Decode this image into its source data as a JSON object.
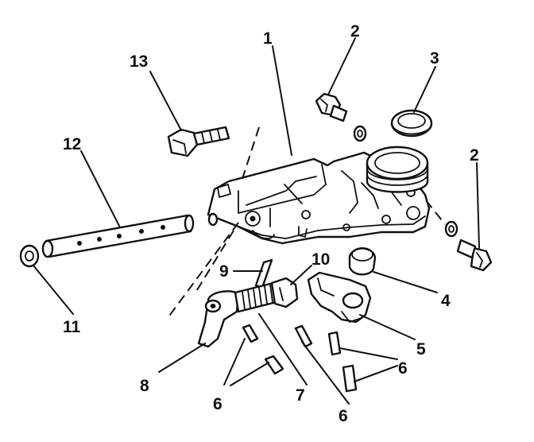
{
  "callouts": {
    "c1": "1",
    "c2a": "2",
    "c2b": "2",
    "c3": "3",
    "c4": "4",
    "c5": "5",
    "c6a": "6",
    "c6b": "6",
    "c6c": "6",
    "c7": "7",
    "c8": "8",
    "c9": "9",
    "c10": "10",
    "c11": "11",
    "c12": "12",
    "c13": "13"
  }
}
